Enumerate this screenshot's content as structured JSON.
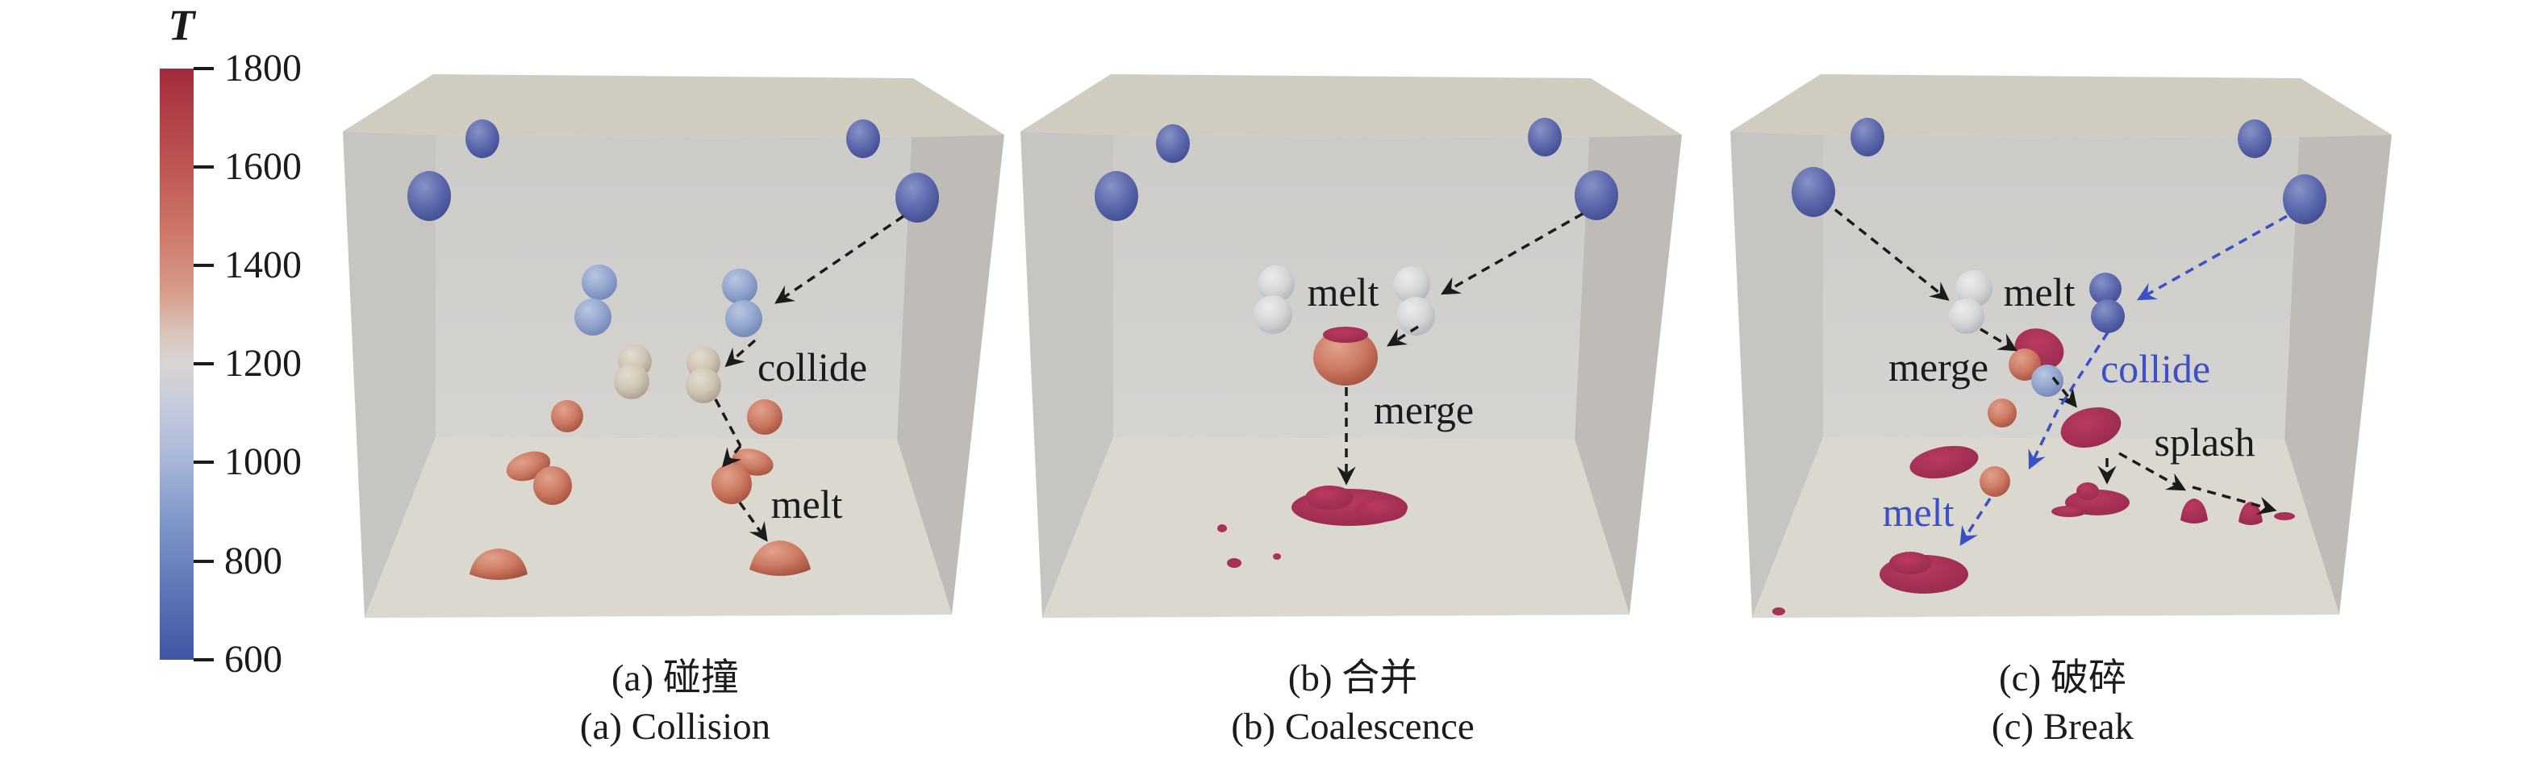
{
  "figure": {
    "description": "3D droplet simulation figure with temperature colorbar and three labeled process panels"
  },
  "colorbar": {
    "title": "T",
    "ticks": [
      "1800",
      "1600",
      "1400",
      "1200",
      "1000",
      "800",
      "600"
    ],
    "gradient_top": "#a32b3d",
    "gradient_mid": "#d7d4d3",
    "gradient_bottom": "#4156a5"
  },
  "panels": [
    {
      "caption_zh": "(a) 碰撞",
      "caption_en": "(a) Collision",
      "labels": {
        "collide": "collide",
        "melt": "melt"
      }
    },
    {
      "caption_zh": "(b) 合并",
      "caption_en": "(b) Coalescence",
      "labels": {
        "melt": "melt",
        "merge": "merge"
      }
    },
    {
      "caption_zh": "(c) 破碎",
      "caption_en": "(c) Break",
      "labels": {
        "melt_top": "melt",
        "merge": "merge",
        "collide": "collide",
        "splash": "splash",
        "melt_bottom": "melt"
      }
    }
  ],
  "colors": {
    "annotation_black": "#1b1b1b",
    "annotation_blue": "#3a50c4",
    "cold_sphere_blue": "#5e6aae",
    "cool_sphere_lightblue": "#93a6cf",
    "neutral_sphere_white": "#d5d6d7",
    "warm_sphere_beige": "#cfc5b4",
    "hot_sphere_salmon": "#cd7a63",
    "melt_crimson": "#a93156"
  }
}
